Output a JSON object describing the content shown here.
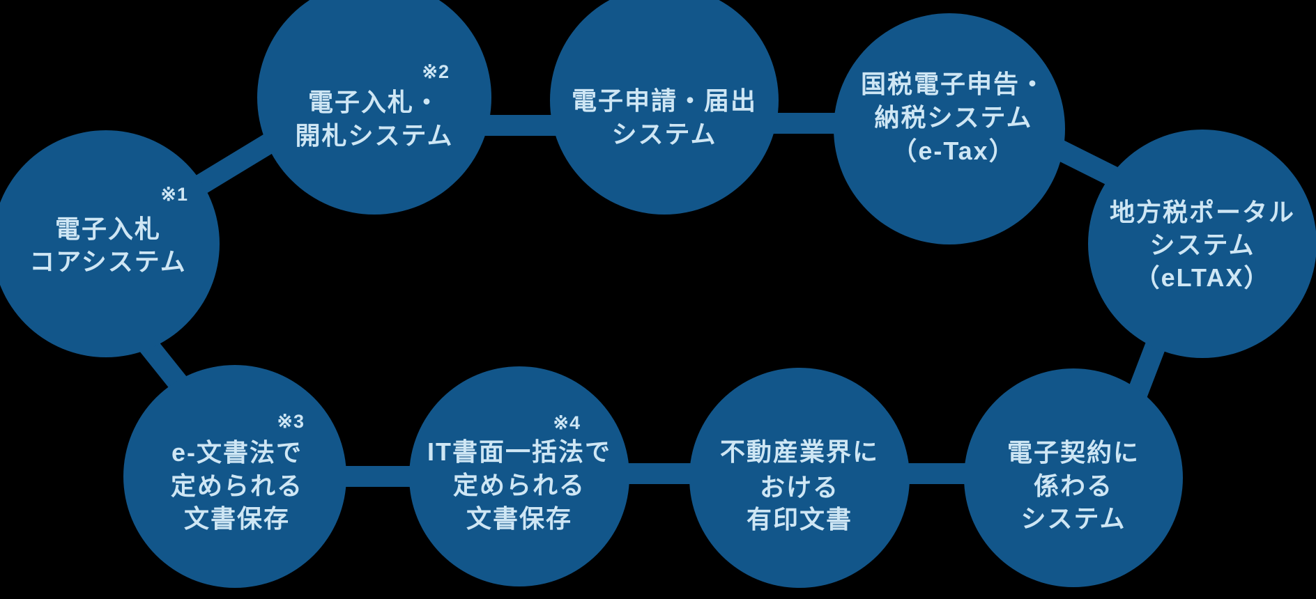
{
  "diagram": {
    "title": "electronic-systems-chain-diagram",
    "background_color": "#000000",
    "node_fill_color": "#12568A",
    "text_color": "#CEE6F4",
    "nodes": [
      {
        "id": "denshi-nyusatsu-core",
        "note": "※1",
        "lines": [
          "電子入札",
          "コアシステム"
        ]
      },
      {
        "id": "denshi-nyusatsu-kaisatsu",
        "note": "※2",
        "lines": [
          "電子入札・",
          "開札システム"
        ]
      },
      {
        "id": "denshi-shinsei-todokede",
        "note": "",
        "lines": [
          "電子申請・届出",
          "システム"
        ]
      },
      {
        "id": "kokuzei-etax",
        "note": "",
        "lines": [
          "国税電子申告・",
          "納税システム",
          "（e-Tax）"
        ]
      },
      {
        "id": "chihozei-eltax",
        "note": "",
        "lines": [
          "地方税ポータル",
          "システム",
          "（eLTAX）"
        ]
      },
      {
        "id": "e-bunshoho-hozon",
        "note": "※3",
        "lines": [
          "e-文書法で",
          "定められる",
          "文書保存"
        ]
      },
      {
        "id": "it-shomen-ikkatsuho",
        "note": "※4",
        "lines": [
          "IT書面一括法で",
          "定められる",
          "文書保存"
        ]
      },
      {
        "id": "fudosan-yuin-bunsho",
        "note": "",
        "lines": [
          "不動産業界に",
          "おける",
          "有印文書"
        ]
      },
      {
        "id": "denshi-keiyaku-system",
        "note": "",
        "lines": [
          "電子契約に",
          "係わる",
          "システム"
        ]
      }
    ]
  }
}
